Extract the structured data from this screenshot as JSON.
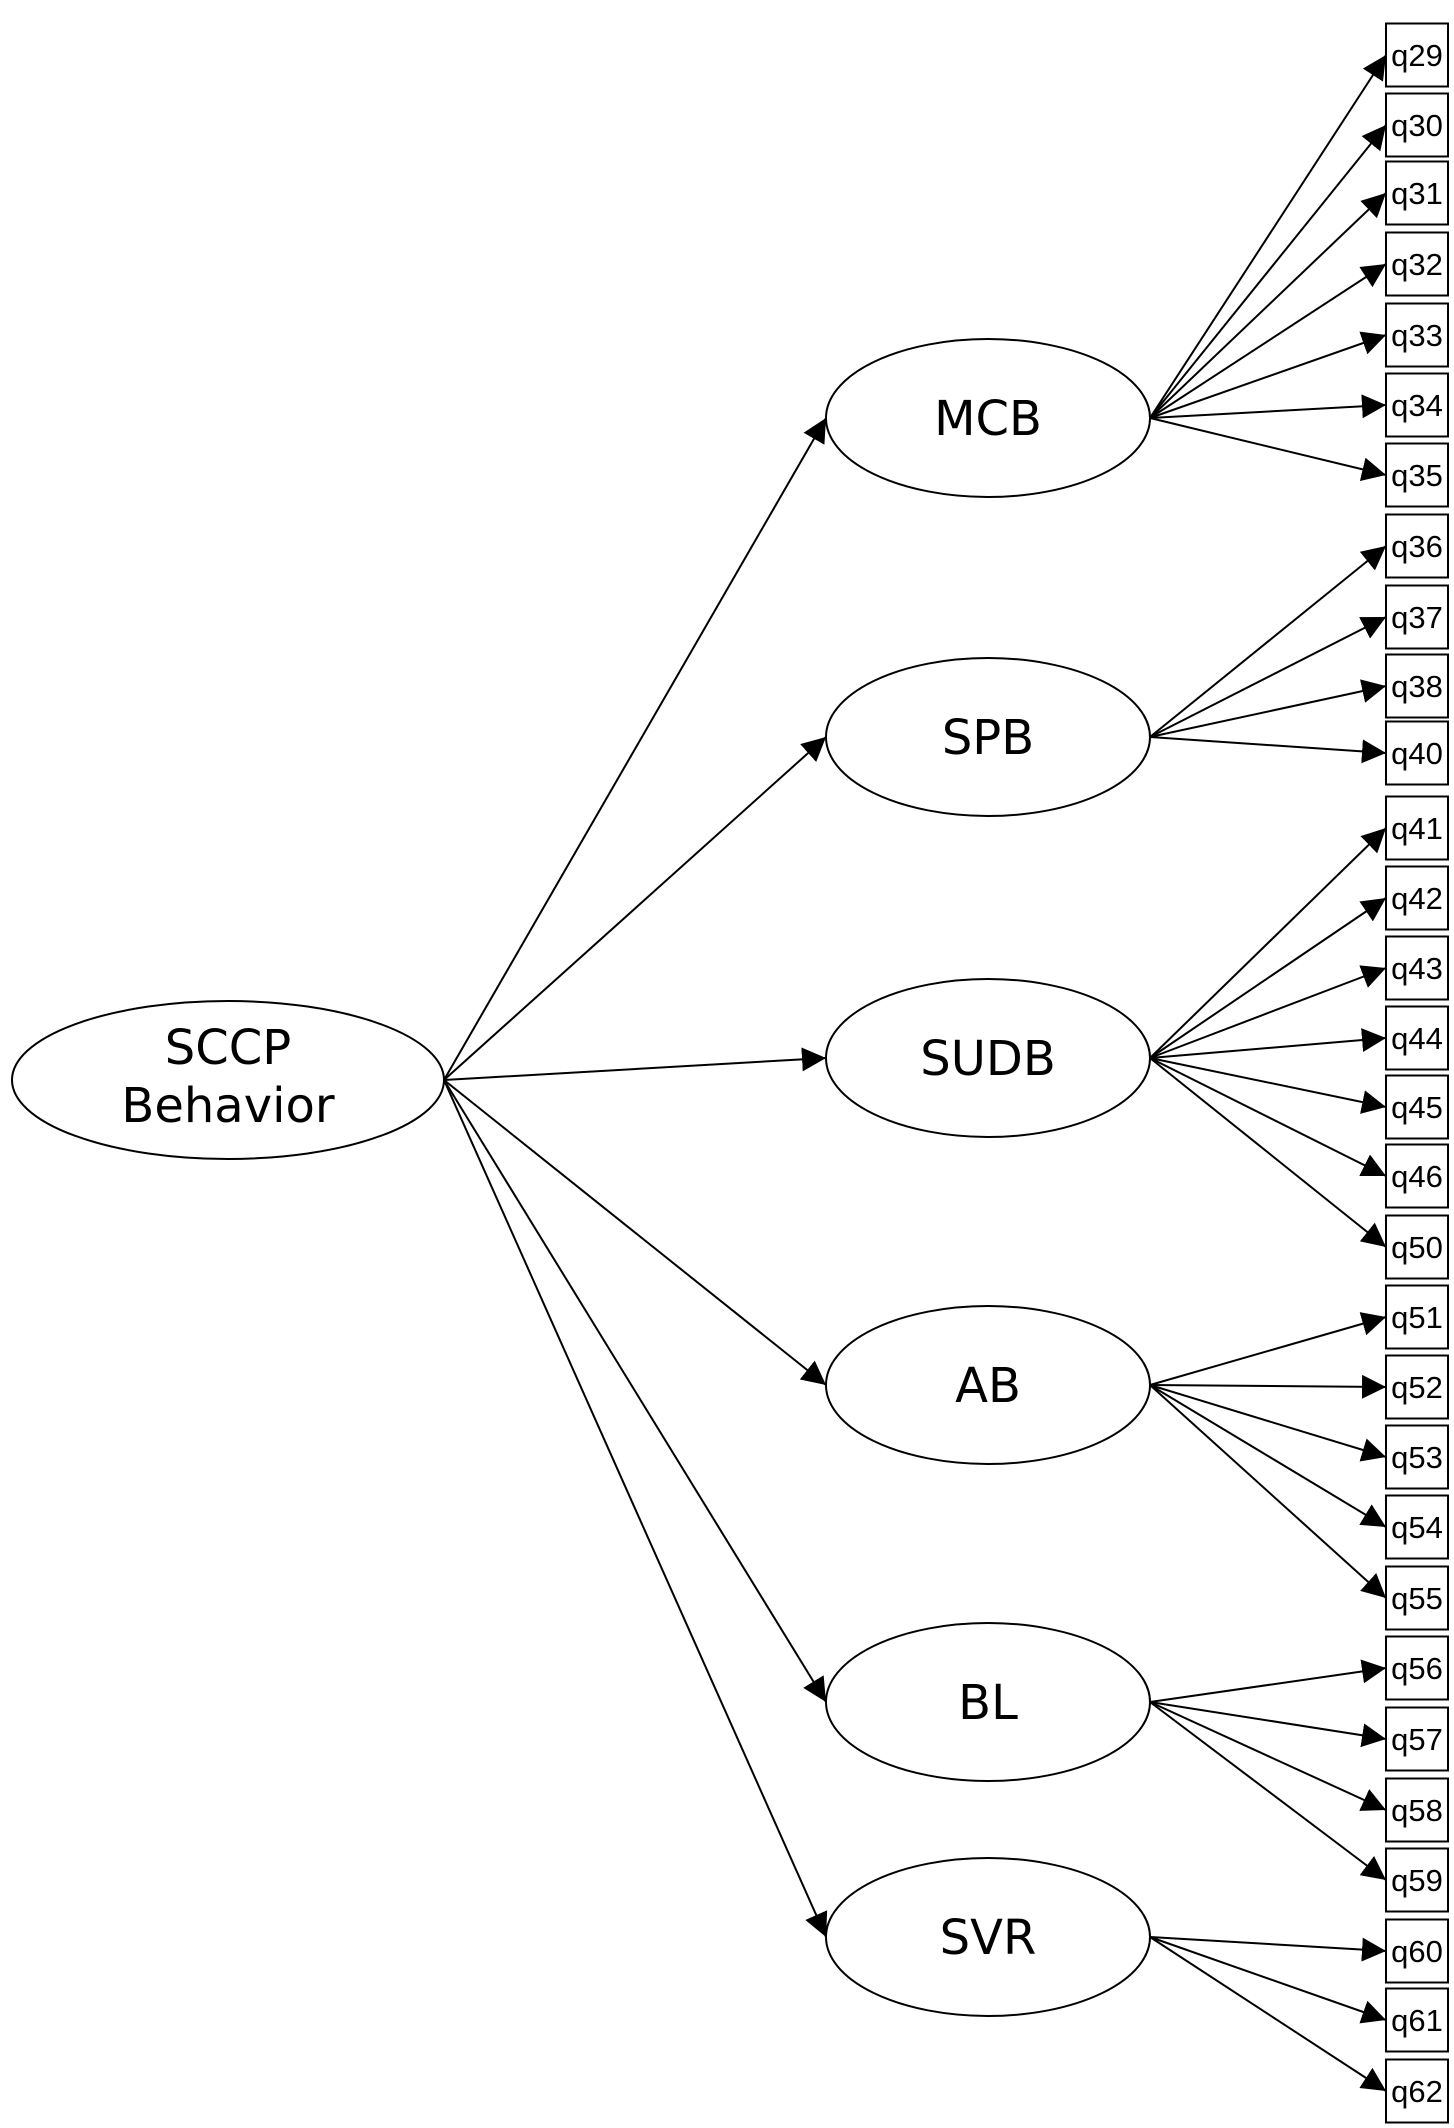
{
  "root": {
    "lines": [
      "SCCP",
      "Behavior"
    ]
  },
  "factors": [
    {
      "label": "MCB",
      "items": [
        "q29",
        "q30",
        "q31",
        "q32",
        "q33",
        "q34",
        "q35"
      ]
    },
    {
      "label": "SPB",
      "items": [
        "q36",
        "q37",
        "q38",
        "q40"
      ]
    },
    {
      "label": "SUDB",
      "items": [
        "q41",
        "q42",
        "q43",
        "q44",
        "q45",
        "q46",
        "q50"
      ]
    },
    {
      "label": "AB",
      "items": [
        "q51",
        "q52",
        "q53",
        "q54",
        "q55"
      ]
    },
    {
      "label": "BL",
      "items": [
        "q56",
        "q57",
        "q58",
        "q59"
      ]
    },
    {
      "label": "SVR",
      "items": [
        "q60",
        "q61",
        "q62"
      ]
    }
  ]
}
